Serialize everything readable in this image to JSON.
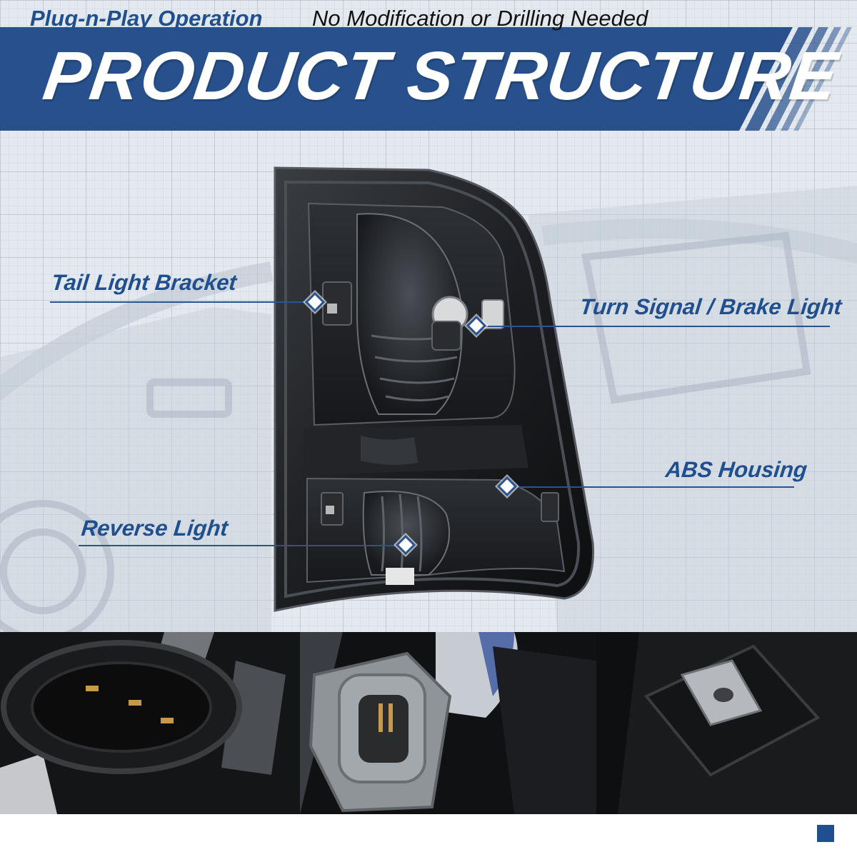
{
  "header": {
    "title": "PRODUCT STRUCTURE"
  },
  "callouts": {
    "tail_light_bracket": "Tail Light Bracket",
    "turn_signal_brake_light": "Turn Signal / Brake Light",
    "abs_housing": "ABS Housing",
    "reverse_light": "Reverse Light"
  },
  "footer": {
    "highlight": "Plug-n-Play Operation",
    "text": "No Modification or Drilling Needed"
  },
  "colors": {
    "brand_blue": "#1f4f8f",
    "banner_blue": "#27508c",
    "grid_background": "#e4e9ef"
  },
  "icons": [
    "diamond-marker-icon",
    "square-bullet-icon"
  ]
}
